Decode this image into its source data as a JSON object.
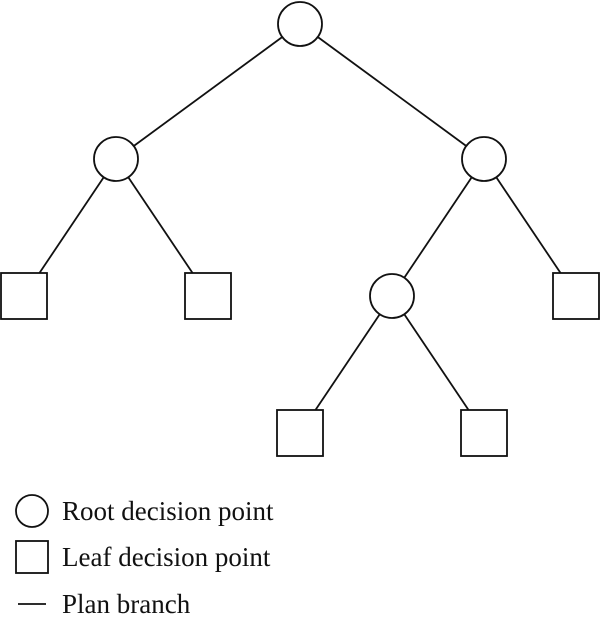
{
  "diagram": {
    "type": "decision-tree",
    "stroke_color": "#111111",
    "nodes": [
      {
        "id": "n0",
        "kind": "root"
      },
      {
        "id": "n1",
        "kind": "root"
      },
      {
        "id": "n2",
        "kind": "root"
      },
      {
        "id": "n3",
        "kind": "leaf"
      },
      {
        "id": "n4",
        "kind": "leaf"
      },
      {
        "id": "n5",
        "kind": "root"
      },
      {
        "id": "n6",
        "kind": "leaf"
      },
      {
        "id": "n7",
        "kind": "leaf"
      },
      {
        "id": "n8",
        "kind": "leaf"
      }
    ],
    "edges": [
      {
        "from": "n0",
        "to": "n1"
      },
      {
        "from": "n0",
        "to": "n2"
      },
      {
        "from": "n1",
        "to": "n3"
      },
      {
        "from": "n1",
        "to": "n4"
      },
      {
        "from": "n2",
        "to": "n5"
      },
      {
        "from": "n2",
        "to": "n6"
      },
      {
        "from": "n5",
        "to": "n7"
      },
      {
        "from": "n5",
        "to": "n8"
      }
    ]
  },
  "legend": {
    "root_label": "Root decision point",
    "leaf_label": "Leaf decision point",
    "branch_label": "Plan branch"
  }
}
